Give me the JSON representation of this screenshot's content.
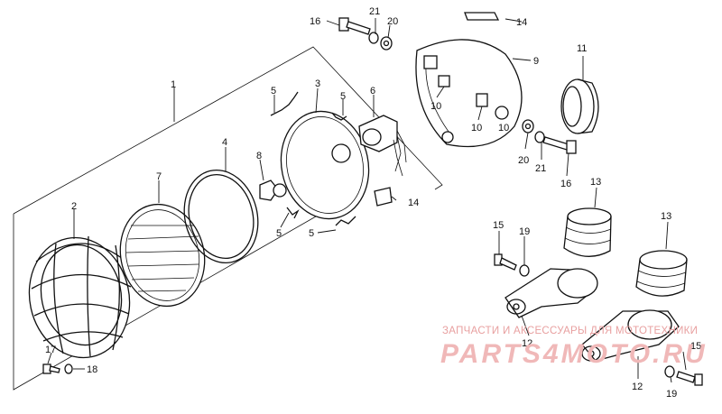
{
  "labels": {
    "p1": "1",
    "p2": "2",
    "p3": "3",
    "p4": "4",
    "p5a": "5",
    "p5b": "5",
    "p5c": "5",
    "p5d": "5",
    "p6": "6",
    "p7": "7",
    "p8": "8",
    "p9": "9",
    "p10a": "10",
    "p10b": "10",
    "p10c": "10",
    "p11": "11",
    "p12a": "12",
    "p12b": "12",
    "p13a": "13",
    "p13b": "13",
    "p14a": "14",
    "p14b": "14",
    "p15a": "15",
    "p15b": "15",
    "p16a": "16",
    "p16b": "16",
    "p17": "17",
    "p18": "18",
    "p19a": "19",
    "p19b": "19",
    "p20a": "20",
    "p20b": "20",
    "p21a": "21",
    "p21b": "21"
  },
  "watermark": {
    "line1": "ЗАПЧАСТИ И АКСЕССУАРЫ ДЛЯ МОТОТЕХНИКИ",
    "line2": "PARTS4MOTO.RU"
  }
}
